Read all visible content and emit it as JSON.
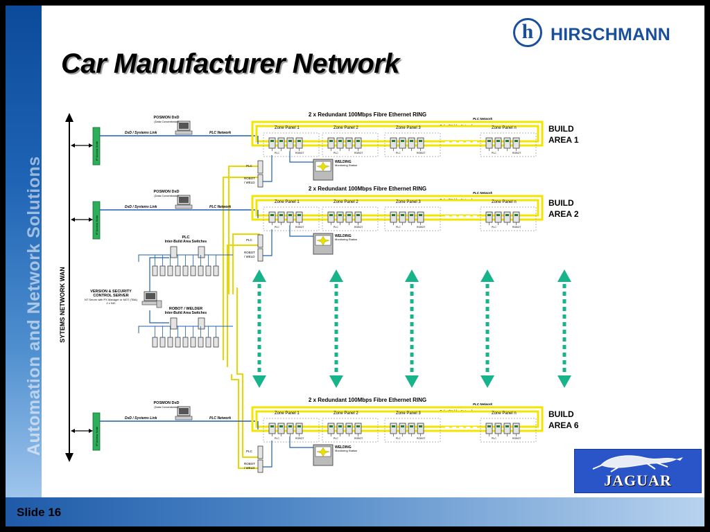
{
  "slide": {
    "title": "Car Manufacturer  Network",
    "sidebar_text": "Automation and Network Solutions",
    "slide_number": "Slide 16",
    "brand": "HIRSCHMANN",
    "brand_glyph": "h",
    "customer_logo": "JAGUAR"
  },
  "diagram": {
    "wan_label": "SYTEMS NETWORK WAN",
    "ring_label": "2 x Redundant 100Mbps Fibre Ethernet RING",
    "plc_network": "PLC Network",
    "robot_network": "Robot/Welder Network",
    "access_node": "IP Access Node",
    "posmon_label": "POSMON DxD",
    "posmon_sub": "(Data Concentrator)",
    "dxd_link": "DxD / Systems Link",
    "plc_label": "PLC",
    "robot_label": "ROBOT",
    "weld_label": "/ WELD",
    "welding_label": "WELDING",
    "welding_sub": "Monitoring Station",
    "zone_panels": [
      "Zone Panel 1",
      "Zone Panel 2",
      "Zone Panel 3",
      "Zone Panel n"
    ],
    "areas": [
      {
        "line1": "BUILD",
        "line2": "AREA 1"
      },
      {
        "line1": "BUILD",
        "line2": "AREA 2"
      },
      {
        "line1": "BUILD",
        "line2": "AREA 6"
      }
    ],
    "plc_switches_title": "PLC",
    "plc_switches_sub": "Inter-Build Area Switches",
    "robot_switches_title": "ROBOT / WELDER",
    "robot_switches_sub": "Inter-Build Area Switches",
    "server_title": "VERSION & SECURITY",
    "server_title2": "CONTROL SERVER",
    "server_sub": "NT Server with PX Manager or MOT (TBA)",
    "server_sub2": "2 x NIC"
  }
}
